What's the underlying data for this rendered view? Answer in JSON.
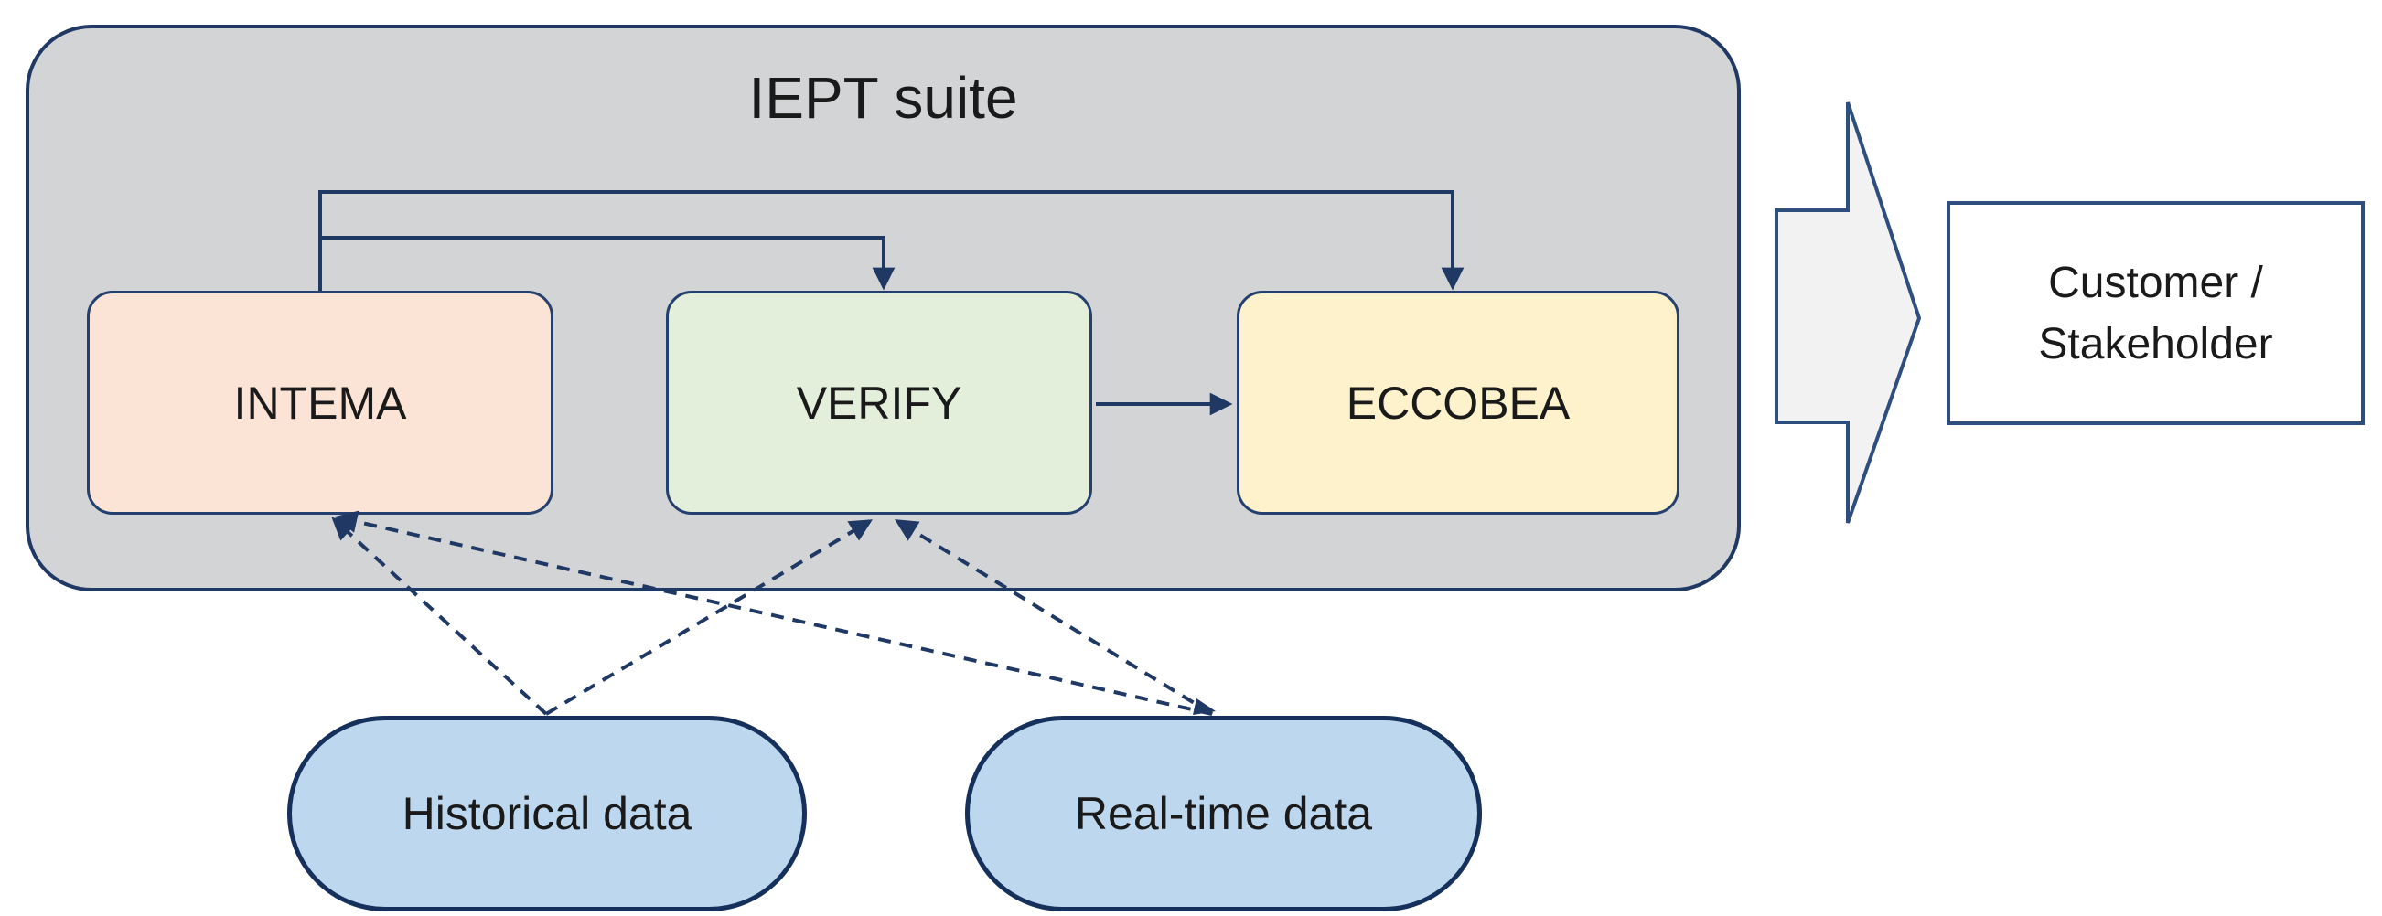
{
  "diagram": {
    "suite": {
      "title": "IEPT suite"
    },
    "modules": [
      {
        "id": "intema",
        "label": "INTEMA",
        "fill": "#fbe3d5"
      },
      {
        "id": "verify",
        "label": "VERIFY",
        "fill": "#e3efda"
      },
      {
        "id": "eccobea",
        "label": "ECCOBEA",
        "fill": "#fef2cc"
      }
    ],
    "data_sources": [
      {
        "id": "historical",
        "label": "Historical data",
        "fill": "#bdd7ee"
      },
      {
        "id": "realtime",
        "label": "Real-time data",
        "fill": "#bdd7ee"
      }
    ],
    "output": {
      "line1": "Customer /",
      "line2": "Stakeholder"
    },
    "connections": [
      {
        "from": "intema",
        "to": "verify",
        "style": "solid-elbow"
      },
      {
        "from": "intema",
        "to": "eccobea",
        "style": "solid-elbow"
      },
      {
        "from": "verify",
        "to": "eccobea",
        "style": "solid"
      },
      {
        "from": "historical",
        "to": "intema",
        "style": "dashed-arrow"
      },
      {
        "from": "historical",
        "to": "verify",
        "style": "dashed-arrow"
      },
      {
        "from": "realtime",
        "to": "intema",
        "style": "dashed-arrow"
      },
      {
        "from": "realtime",
        "to": "verify",
        "style": "dashed-arrow"
      },
      {
        "from": "iept-suite",
        "to": "customer-stakeholder",
        "style": "block-arrow"
      }
    ],
    "colors": {
      "suite_fill": "#d3d4d6",
      "suite_border": "#1f3864",
      "connector": "#1f3864",
      "module_border": "#24406e",
      "source_border": "#16305c",
      "block_arrow_fill": "#f2f2f3",
      "block_arrow_border": "#2e4e7e",
      "customer_border": "#2e4e7e",
      "text": "#1a1a1a"
    }
  }
}
